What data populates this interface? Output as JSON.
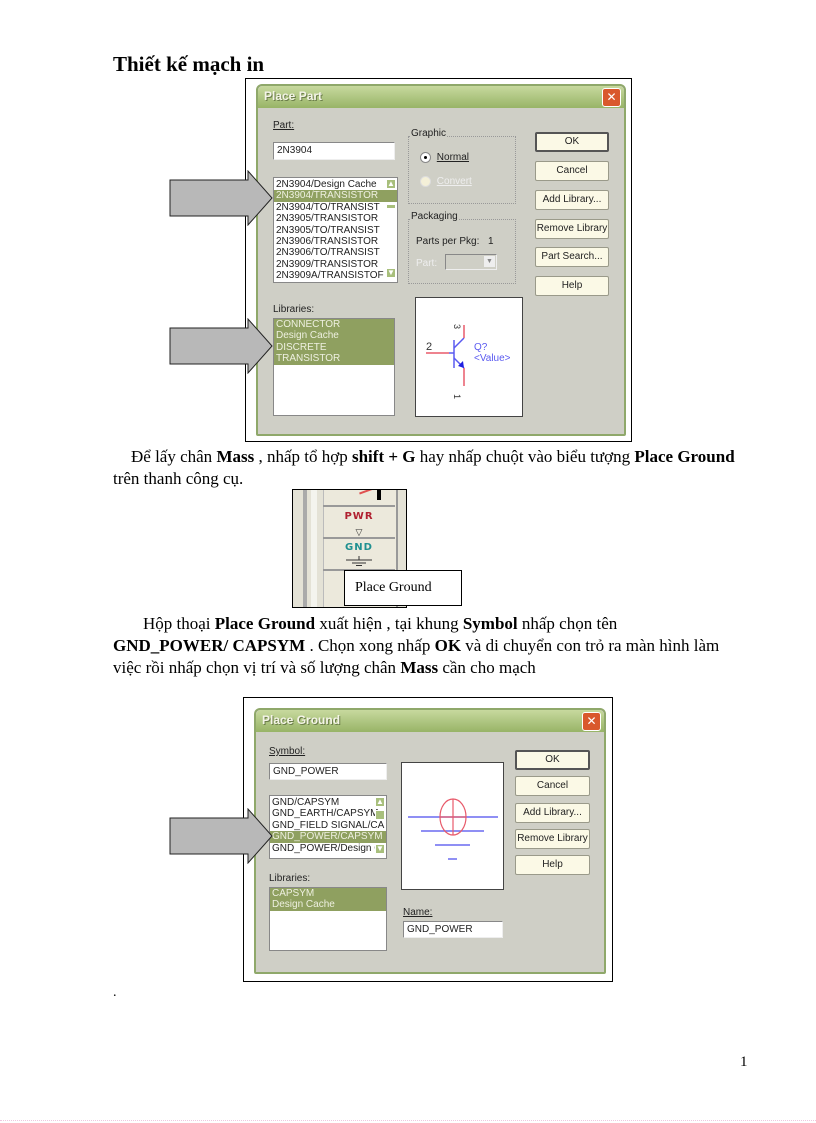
{
  "document": {
    "heading": "Thiết kế mạch in",
    "paragraph1": {
      "t1": "Để lấy chân ",
      "b1": "Mass",
      "t2": " , nhấp tổ hợp ",
      "b2": "shift + G",
      "t3": " hay nhấp chuột vào biểu tượng ",
      "b3": "Place Ground",
      "t4": " trên thanh công cụ."
    },
    "paragraph2": {
      "t1": "Hộp thoại ",
      "b1": "Place Ground",
      "t2": " xuất hiện , tại khung ",
      "b2": "Symbol",
      "t3": " nhấp chọn tên ",
      "b3": "GND_POWER/ CAPSYM",
      "t4": " . Chọn xong nhấp ",
      "b4": "OK",
      "t5": " và di chuyển con trỏ ra màn hình làm việc rồi nhấp chọn vị trí và số lượng chân ",
      "b5": "Mass",
      "t6": " cần cho mạch"
    },
    "trailing_dot": ".",
    "page_number": "1"
  },
  "place_part_dialog": {
    "title": "Place Part",
    "close_glyph": "✕",
    "part_label": "Part:",
    "part_value": "2N3904",
    "parts_list": [
      "2N3904/Design Cache",
      "2N3904/TRANSISTOR",
      "2N3904/TO/TRANSIST",
      "2N3905/TRANSISTOR",
      "2N3905/TO/TRANSIST",
      "2N3906/TRANSISTOR",
      "2N3906/TO/TRANSIST",
      "2N3909/TRANSISTOR",
      "2N3909A/TRANSISTOF"
    ],
    "selected_part_index": 1,
    "libraries_label": "Libraries:",
    "libraries": [
      "CONNECTOR",
      "Design Cache",
      "DISCRETE",
      "TRANSISTOR"
    ],
    "graphic_group": "Graphic",
    "graphic_normal": "Normal",
    "graphic_convert": "Convert",
    "packaging_group": "Packaging",
    "parts_per_pkg_label": "Parts per Pkg:",
    "parts_per_pkg_value": "1",
    "part_label_disabled": "Part:",
    "buttons": {
      "ok": "OK",
      "cancel": "Cancel",
      "add_library": "Add Library...",
      "remove_library": "Remove Library",
      "part_search": "Part Search...",
      "help": "Help"
    },
    "preview": {
      "pin_left": "2",
      "pin_top": "3",
      "pin_bottom": "1",
      "refdes": "Q?",
      "value": "<Value>"
    }
  },
  "toolbar_snippet": {
    "pwr_label": "PWR",
    "gnd_label": "GND",
    "tooltip": "Place Ground"
  },
  "place_ground_dialog": {
    "title": "Place Ground",
    "close_glyph": "✕",
    "symbol_label": "Symbol:",
    "symbol_value": "GND_POWER",
    "symbol_list": [
      "GND/CAPSYM",
      "GND_EARTH/CAPSYM",
      "GND_FIELD SIGNAL/CA",
      "GND_POWER/CAPSYM",
      "GND_POWER/Design C"
    ],
    "selected_symbol_index": 3,
    "libraries_label": "Libraries:",
    "libraries": [
      "CAPSYM",
      "Design Cache"
    ],
    "name_label": "Name:",
    "name_value": "GND_POWER",
    "buttons": {
      "ok": "OK",
      "cancel": "Cancel",
      "add_library": "Add Library...",
      "remove_library": "Remove Library",
      "help": "Help"
    }
  },
  "colors": {
    "selection_green": "#8fa060",
    "titlebar_green": "#98b467",
    "close_red": "#d9582d",
    "dialog_gray": "#cfcfc6",
    "schematic_blue": "#5a5af0",
    "schematic_red": "#e85a6a"
  }
}
